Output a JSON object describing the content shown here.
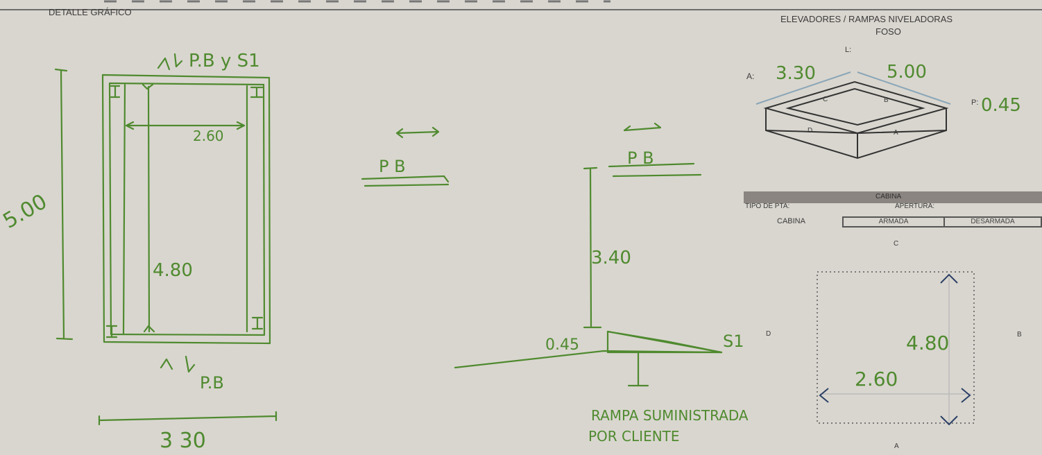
{
  "header": {
    "left_title": "DETALLE GRÁFICO",
    "right_title": "ELEVADORES / RAMPAS NIVELADORAS",
    "right_subtitle": "FOSO"
  },
  "plan_sketch": {
    "top_label": "P.B y S1",
    "bottom_label": "P.B",
    "total_length": "5.00",
    "inner_length": "4.80",
    "inner_width": "2.60",
    "total_width": "3 30"
  },
  "middle_labels": {
    "left_pb": "P B",
    "right_pb": "P B",
    "height": "3.40",
    "pit_depth": "0.45",
    "s1": "S1",
    "ramp_note_line1": "RAMPA SUMINISTRADA",
    "ramp_note_line2": "POR CLIENTE"
  },
  "foso_diagram": {
    "label_a_prefix": "A:",
    "label_l_prefix": "L:",
    "label_p_prefix": "P:",
    "value_a": "3.30",
    "value_l": "5.00",
    "value_p": "0.45",
    "side_c": "C",
    "side_b": "B",
    "side_d": "D",
    "side_a": "A"
  },
  "cabina_table": {
    "header": "CABINA",
    "tipo_label": "TIPO DE PTA:",
    "apertura_label": "APERTURA:",
    "row_label": "CABINA",
    "armada": "ARMADA",
    "desarmada": "DESARMADA"
  },
  "cabin_diagram": {
    "side_c": "C",
    "side_b": "B",
    "side_a": "A",
    "side_d": "D",
    "length": "4.80",
    "width": "2.60"
  }
}
